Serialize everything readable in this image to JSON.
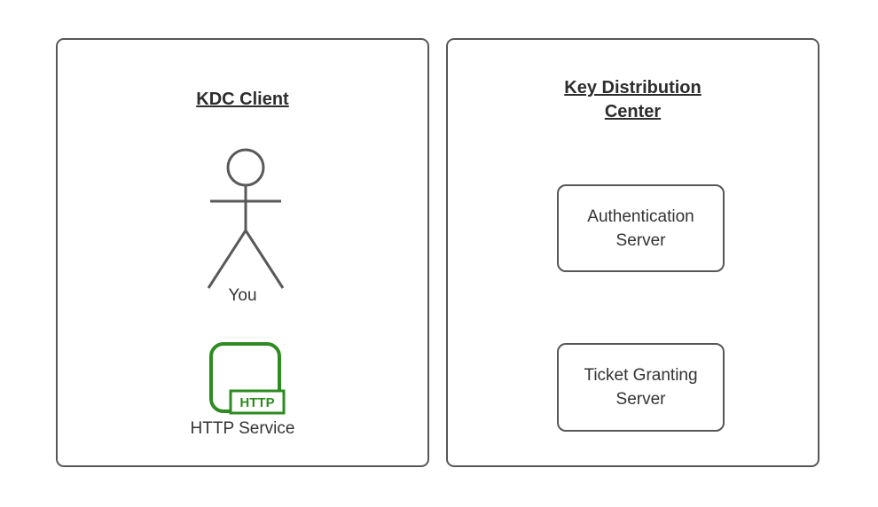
{
  "panels": {
    "client": {
      "title": "KDC Client",
      "actor_label": "You",
      "service_label": "HTTP Service",
      "service_badge": "HTTP"
    },
    "kdc": {
      "title": "Key Distribution Center",
      "servers": [
        {
          "label": "Authentication Server"
        },
        {
          "label": "Ticket Granting Server"
        }
      ]
    }
  },
  "colors": {
    "background": "#ffffff",
    "panel_border": "#575757",
    "figure_stroke": "#595959",
    "text": "#333333",
    "title_text": "#2d2d2d",
    "accent_green": "#2e8b22"
  }
}
